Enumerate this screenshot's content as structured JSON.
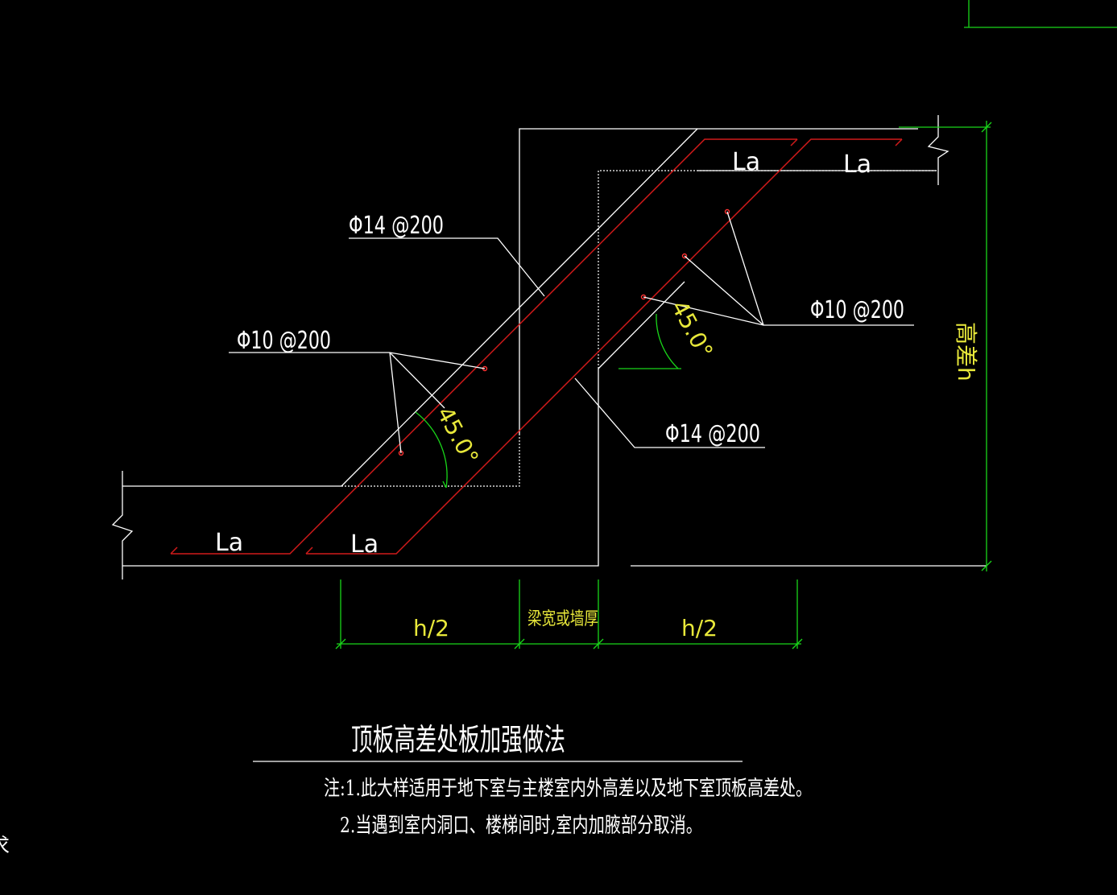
{
  "labels": {
    "rebar_top_left": "Φ14 @200",
    "rebar_left_stirrup": "Φ10 @200",
    "rebar_right_stirrup": "Φ10 @200",
    "rebar_bottom_right": "Φ14 @200",
    "la_1": "La",
    "la_2": "La",
    "la_3": "La",
    "la_4": "La",
    "angle_left": "45.0°",
    "angle_right": "45.0°",
    "height_diff": "高差h",
    "dim_half_left": "h/2",
    "dim_middle": "梁宽或墙厚",
    "dim_half_right": "h/2"
  },
  "title": "顶板高差处板加强做法",
  "notes": [
    "注:1.此大样适用于地下室与主楼室内外高差以及地下室顶板高差处。",
    "2.当遇到室内洞口、楼梯间时,室内加腋部分取消。"
  ],
  "edge_glyph": "求",
  "colors": {
    "background": "#000000",
    "outline": "#ffffff",
    "rebar": "#d11a1a",
    "dimension": "#19d619",
    "dimension_text": "#e8e83a"
  }
}
